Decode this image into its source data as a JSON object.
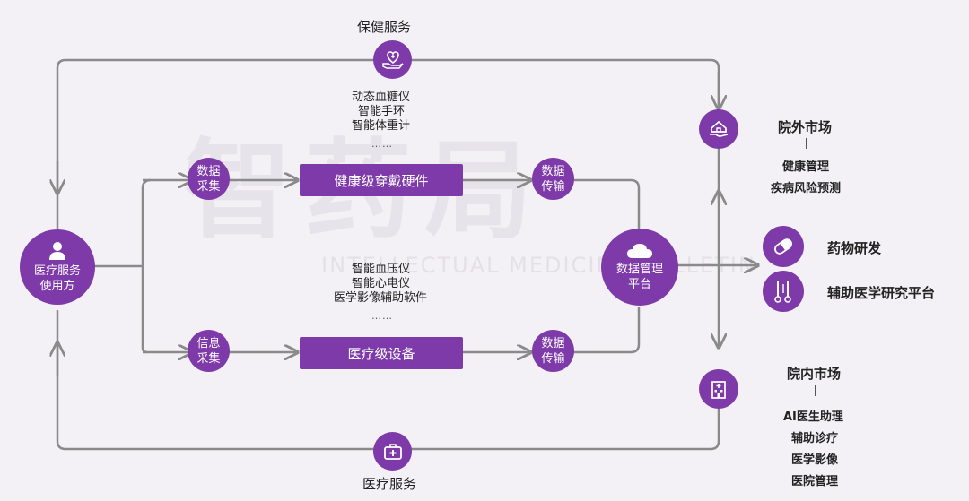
{
  "watermark": {
    "cn": "智药局",
    "en": "INTELLECTUAL MEDICINE BULLETIN"
  },
  "colors": {
    "accent": "#7d3aa8",
    "line": "#8a8a8a",
    "background": "#f3f1f5"
  },
  "user": {
    "line1": "医疗服务",
    "line2": "使用方",
    "icon": "person-icon"
  },
  "top_loop": {
    "label": "保健服务",
    "icon": "heart-hand-icon"
  },
  "bottom_loop": {
    "label": "医疗服务",
    "icon": "medical-kit-icon"
  },
  "wearable_branch": {
    "collect": {
      "line1": "数据",
      "line2": "采集"
    },
    "device_box": "健康级穿戴硬件",
    "transmit": {
      "line1": "数据",
      "line2": "传输"
    },
    "examples": [
      "动态血糖仪",
      "智能手环",
      "智能体重计"
    ],
    "ellipsis": "……"
  },
  "medical_branch": {
    "collect": {
      "line1": "信息",
      "line2": "采集"
    },
    "device_box": "医疗级设备",
    "transmit": {
      "line1": "数据",
      "line2": "传输"
    },
    "examples": [
      "智能血压仪",
      "智能心电仪",
      "医学影像辅助软件"
    ],
    "ellipsis": "……"
  },
  "platform": {
    "line1": "数据管理",
    "line2": "平台",
    "icon": "cloud-icon"
  },
  "outside_market": {
    "title": "院外市场",
    "icon": "home-hand-icon",
    "items": [
      "健康管理",
      "疾病风险预测"
    ]
  },
  "inside_market": {
    "title": "院内市场",
    "icon": "hospital-icon",
    "items": [
      "AI医生助理",
      "辅助诊疗",
      "医学影像",
      "医院管理"
    ]
  },
  "rd": {
    "drug": {
      "label": "药物研发",
      "icon": "pill-icon"
    },
    "research": {
      "label": "辅助医学研究平台",
      "icon": "lab-tools-icon"
    }
  }
}
